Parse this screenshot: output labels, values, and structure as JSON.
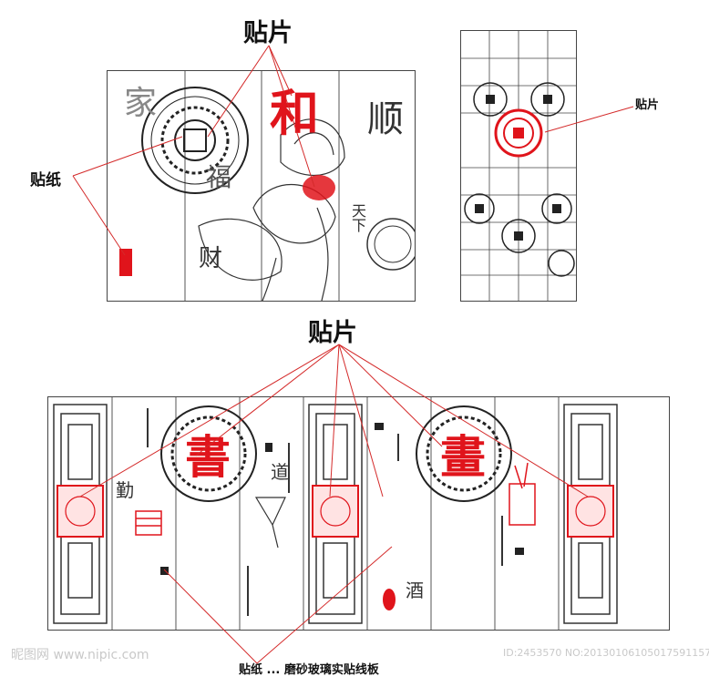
{
  "labels": {
    "top_sticker": "贴片",
    "left_paper": "贴纸",
    "right_sticker": "贴片",
    "bottom_sticker": "贴片",
    "bottom_note": "贴纸 ... 磨砂玻璃实贴线板"
  },
  "panel_chars": {
    "harmony": "和",
    "flow": "顺",
    "home": "家",
    "fortune": "福",
    "wealth": "财",
    "world": "天下",
    "book": "書",
    "painting": "畫",
    "diligence": "勤",
    "path": "道",
    "wine": "酒"
  },
  "watermark": {
    "left": "昵图网 www.nipic.com",
    "right": "ID:2453570 NO:20130106105017591157"
  },
  "colors": {
    "accent": "#e0141b",
    "line": "#333333",
    "annotation_line": "#d42a2a"
  }
}
